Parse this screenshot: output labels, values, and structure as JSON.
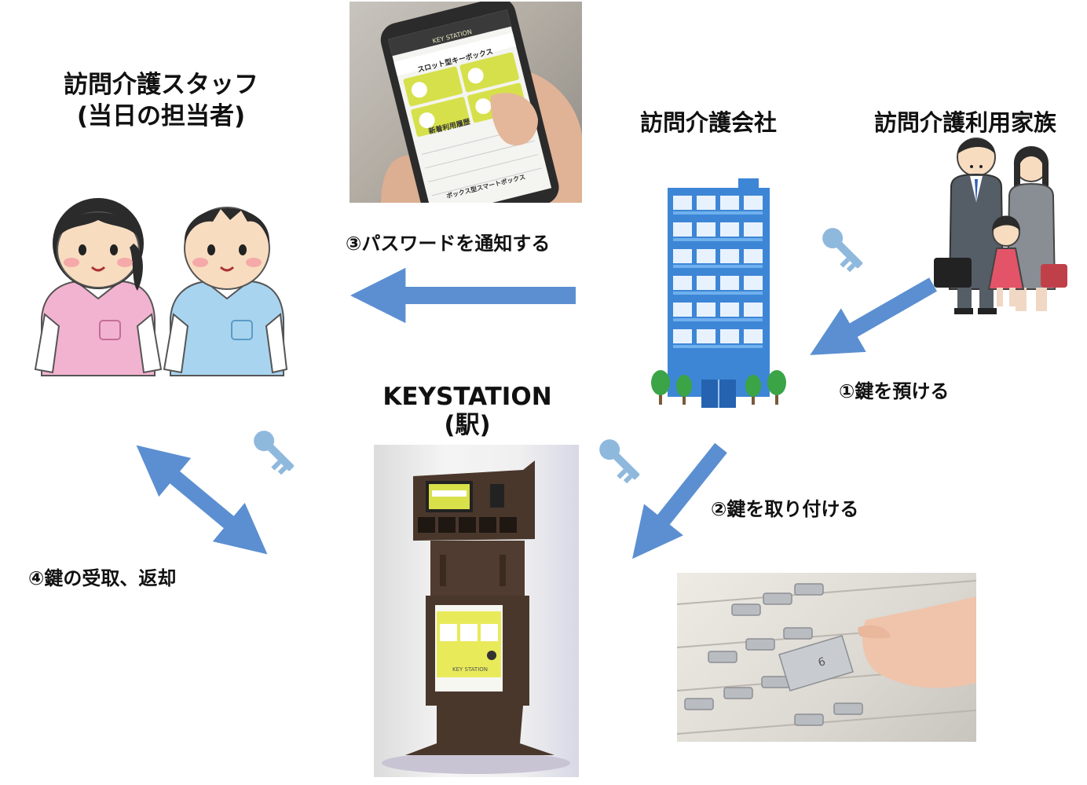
{
  "labels": {
    "staff_title_line1": "訪問介護スタッフ",
    "staff_title_line2": "(当日の担当者)",
    "company_title": "訪問介護会社",
    "family_title": "訪問介護利用家族",
    "keystation_title_line1": "KEYSTATION",
    "keystation_title_line2": "(駅)"
  },
  "steps": {
    "step1": "①鍵を預ける",
    "step2": "②鍵を取り付ける",
    "step3": "③パスワードを通知する",
    "step4": "④鍵の受取、返却"
  },
  "phone_screen": {
    "app_title": "KEY STATION",
    "heading": "スロット型キーボックス",
    "history_heading": "新着利用履歴",
    "footer_text": "ボックス型スマートボックス"
  },
  "kiosk": {
    "brand": "KEY STATION"
  },
  "slot_number": "6",
  "colors": {
    "arrow": "#5b8fd1",
    "key": "#8fb8dd",
    "building": "#3d86d6",
    "pink_uniform": "#f2b3d0",
    "blue_uniform": "#a8d4ef",
    "kiosk_brown": "#4a372c",
    "phone_accent": "#d6e04a"
  }
}
